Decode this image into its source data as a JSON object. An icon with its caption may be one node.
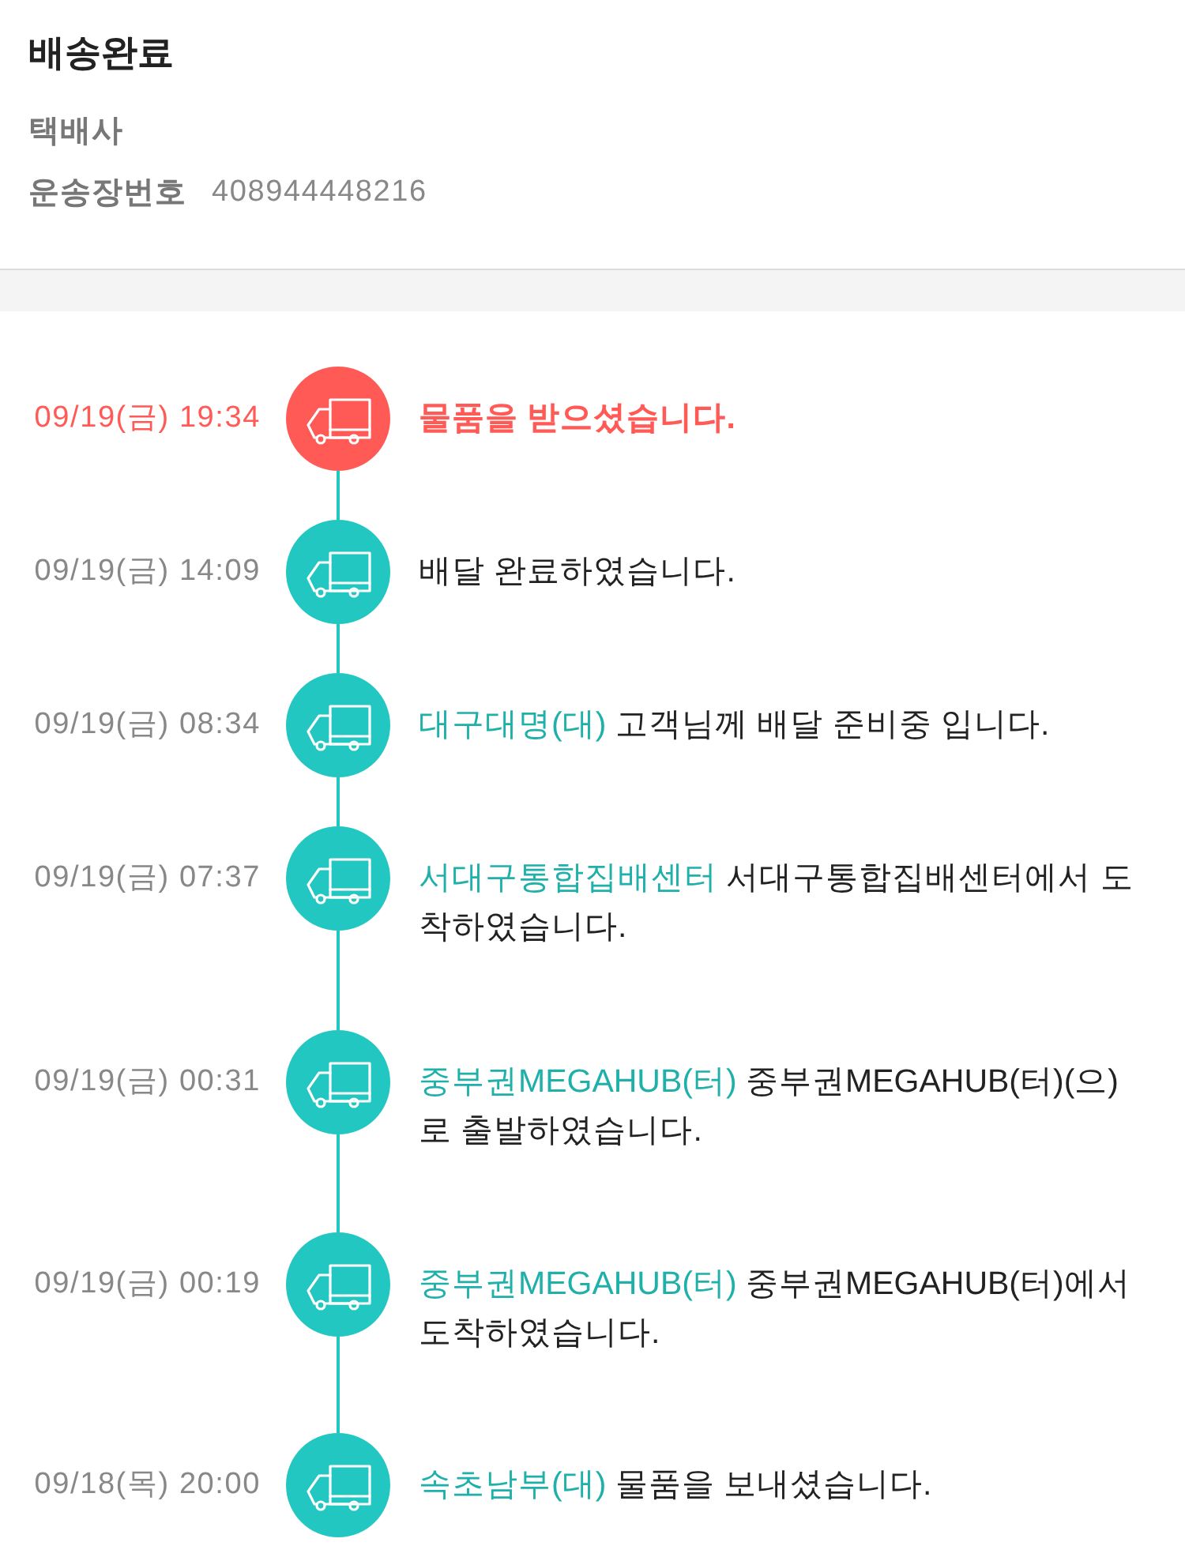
{
  "diagram": {
    "title": "배송완료",
    "nodes": [
      {
        "text": [],
        "shape": "circle",
        "beside": [
          "09/19(금) 19:34",
          "물품을 받으셨습니다."
        ]
      },
      {
        "text": [],
        "shape": "circle",
        "beside": [
          "09/19(금) 14:09",
          "배달 완료하였습니다."
        ]
      },
      {
        "text": [],
        "shape": "circle",
        "beside": [
          "09/19(금) 08:34",
          "대구대명(대)",
          "고객님께 배달 준비중 입니다."
        ]
      },
      {
        "text": [],
        "shape": "circle",
        "beside": [
          "09/19(금) 07:37",
          "서대구통합집배센터",
          "서대구통합집배센터에서 도착하였습니다."
        ]
      },
      {
        "text": [],
        "shape": "circle",
        "beside": [
          "09/19(금) 00:31",
          "중부권MEGAHUB(터)",
          "중부권MEGAHUB(터)(으)로 출발하였습니다."
        ]
      },
      {
        "text": [],
        "shape": "circle",
        "beside": [
          "09/19(금) 00:19",
          "중부권MEGAHUB(터)",
          "중부권MEGAHUB(터)에서 도착하였습니다."
        ]
      },
      {
        "text": [],
        "shape": "circle",
        "beside": [
          "09/18(목) 20:00",
          "속초남부(대)",
          "물품을 보내셨습니다."
        ]
      }
    ],
    "edges": [
      {
        "from": 0,
        "to": 1,
        "arrow": "none"
      },
      {
        "from": 1,
        "to": 2,
        "arrow": "none"
      },
      {
        "from": 2,
        "to": 3,
        "arrow": "none"
      },
      {
        "from": 3,
        "to": 4,
        "arrow": "none"
      },
      {
        "from": 4,
        "to": 5,
        "arrow": "none"
      },
      {
        "from": 5,
        "to": 6,
        "arrow": "none"
      }
    ],
    "labels": [
      "택배사",
      "운송장번호",
      "408944448216"
    ]
  }
}
